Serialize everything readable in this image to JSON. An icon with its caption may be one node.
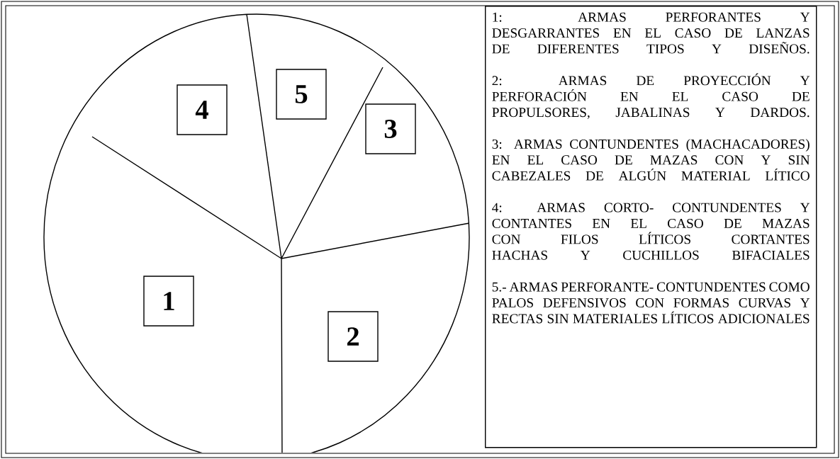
{
  "diagram": {
    "nodes": [
      {
        "text": [
          "5"
        ]
      },
      {
        "text": [
          "4"
        ]
      },
      {
        "text": [
          "3"
        ]
      },
      {
        "text": [
          "1"
        ]
      },
      {
        "text": [
          "2"
        ]
      },
      {
        "text": [
          "1: ARMAS PERFORANTES Y DESGARRANTES EN EL CASO DE LANZAS DE DIFERENTES TIPOS Y DISEÑOS.",
          "2: ARMAS DE PROYECCIÓN Y PERFORACIÓN EN EL CASO DE PROPULSORES, JABALINAS Y DARDOS.",
          "3: ARMAS CONTUNDENTES (MACHACADORES) EN EL CASO DE MAZAS CON Y SIN CABEZALES DE ALGÚN MATERIAL LÍTICO",
          "4: ARMAS CORTO- CONTUNDENTES Y CONTANTES EN EL CASO DE MAZAS CON FILOS LÍTICOS CORTANTES HACHAS Y CUCHILLOS BIFACIALES",
          "5.- ARMAS PERFORANTE- CONTUNDENTES COMO PALOS DEFENSIVOS CON FORMAS CURVAS Y RECTAS SIN MATERIALES LÍTICOS ADICIONALES"
        ]
      }
    ],
    "edges": []
  }
}
